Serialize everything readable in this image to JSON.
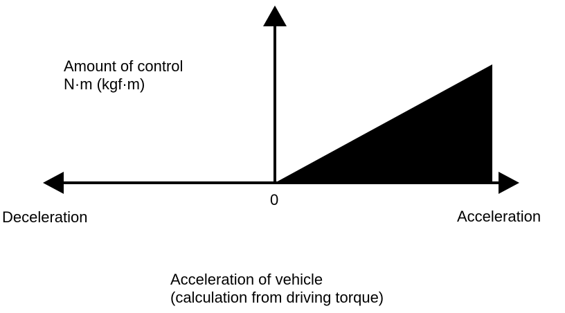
{
  "diagram": {
    "y_axis_title": "Amount of control",
    "y_axis_unit": "N·m (kgf·m)",
    "origin_label": "0",
    "negative_direction_label": "Deceleration",
    "positive_direction_label": "Acceleration",
    "x_axis_title": "Acceleration of vehicle",
    "x_axis_subtitle": "(calculation from driving torque)",
    "fill_color": "#000000",
    "shape": "right-triangle region: control amount rises linearly with acceleration, zero for deceleration"
  }
}
